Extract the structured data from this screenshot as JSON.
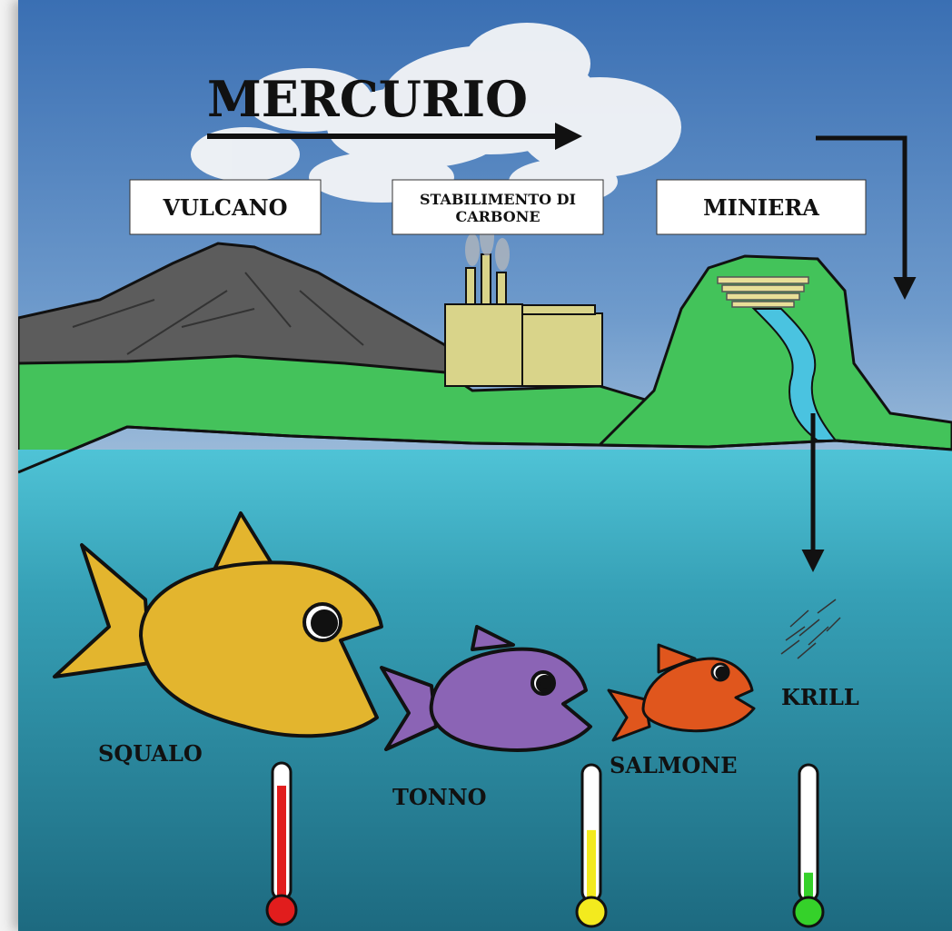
{
  "title": "MERCURIO",
  "sources": {
    "volcano": "VULCANO",
    "coal_plant_line1": "STABILIMENTO DI",
    "coal_plant_line2": "CARBONE",
    "mine": "MINIERA"
  },
  "food_chain": [
    {
      "name": "SQUALO",
      "body_color": "#e3b52e",
      "mercury_level": 0.88,
      "thermo_color": "#e11d1d"
    },
    {
      "name": "TONNO",
      "body_color": "#8b64b5",
      "mercury_level": 0.55,
      "thermo_color": "#f3ea1e"
    },
    {
      "name": "SALMONE",
      "body_color": "#e0561d",
      "mercury_level": null,
      "thermo_color": null
    },
    {
      "name": "KRILL",
      "body_color": "#333333",
      "mercury_level": 0.22,
      "thermo_color": "#35d12a"
    }
  ],
  "colors": {
    "sky_top": "#3a73b8",
    "sky_bottom": "#8fb2d6",
    "land": "#43c35a",
    "volcano": "#5a5a5a",
    "factory": "#d9d48a",
    "water_top": "#45b8cc",
    "water_bottom": "#1f6f83",
    "river": "#4ac3e0"
  }
}
